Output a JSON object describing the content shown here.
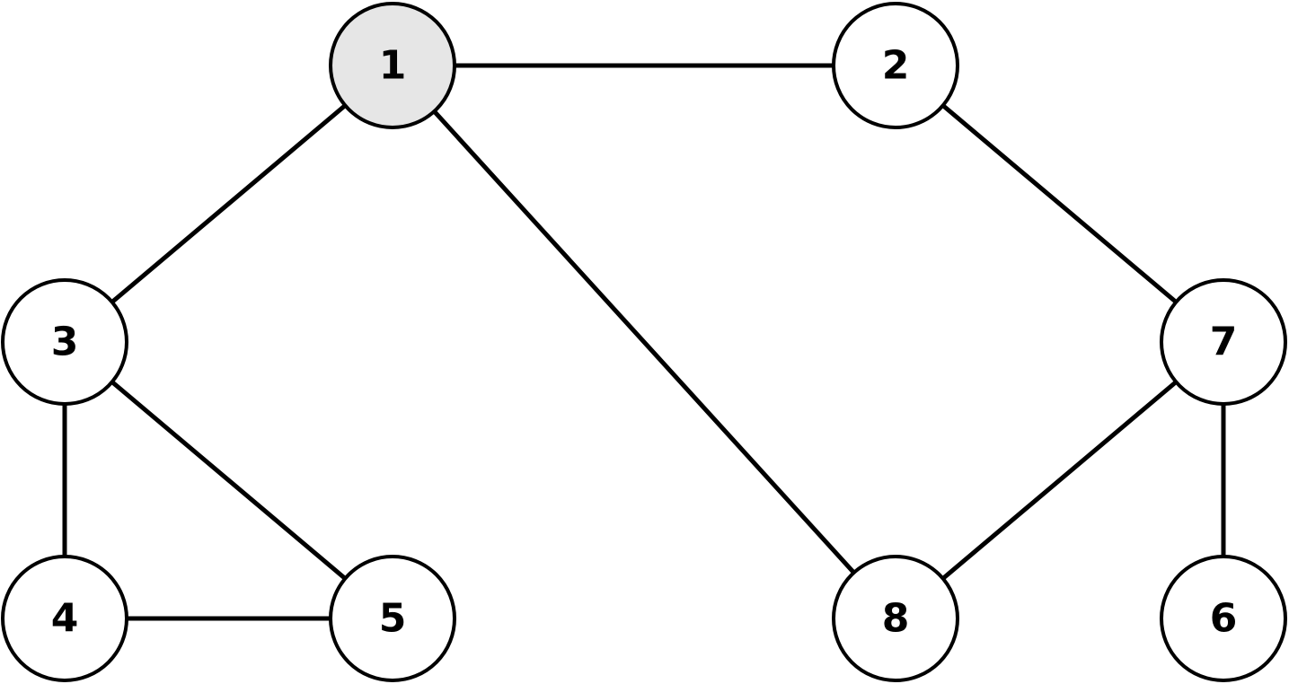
{
  "graph": {
    "nodes": [
      {
        "id": "1",
        "label": "1",
        "fill": "#e6e6e6",
        "highlighted": true
      },
      {
        "id": "2",
        "label": "2",
        "fill": "#ffffff",
        "highlighted": false
      },
      {
        "id": "3",
        "label": "3",
        "fill": "#ffffff",
        "highlighted": false
      },
      {
        "id": "4",
        "label": "4",
        "fill": "#ffffff",
        "highlighted": false
      },
      {
        "id": "5",
        "label": "5",
        "fill": "#ffffff",
        "highlighted": false
      },
      {
        "id": "6",
        "label": "6",
        "fill": "#ffffff",
        "highlighted": false
      },
      {
        "id": "7",
        "label": "7",
        "fill": "#ffffff",
        "highlighted": false
      },
      {
        "id": "8",
        "label": "8",
        "fill": "#ffffff",
        "highlighted": false
      }
    ],
    "edges": [
      {
        "from": "1",
        "to": "2"
      },
      {
        "from": "1",
        "to": "3"
      },
      {
        "from": "1",
        "to": "8"
      },
      {
        "from": "2",
        "to": "7"
      },
      {
        "from": "3",
        "to": "4"
      },
      {
        "from": "3",
        "to": "5"
      },
      {
        "from": "4",
        "to": "5"
      },
      {
        "from": "7",
        "to": "8"
      },
      {
        "from": "7",
        "to": "6"
      }
    ]
  },
  "colors": {
    "stroke": "#000000",
    "highlight_fill": "#e6e6e6",
    "default_fill": "#ffffff"
  }
}
